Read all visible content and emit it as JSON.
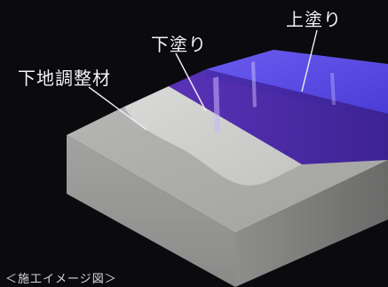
{
  "labels": {
    "top_coat": "上塗り",
    "base_coat": "下塗り",
    "primer": "下地調整材"
  },
  "caption": "＜施工イメージ図＞"
}
